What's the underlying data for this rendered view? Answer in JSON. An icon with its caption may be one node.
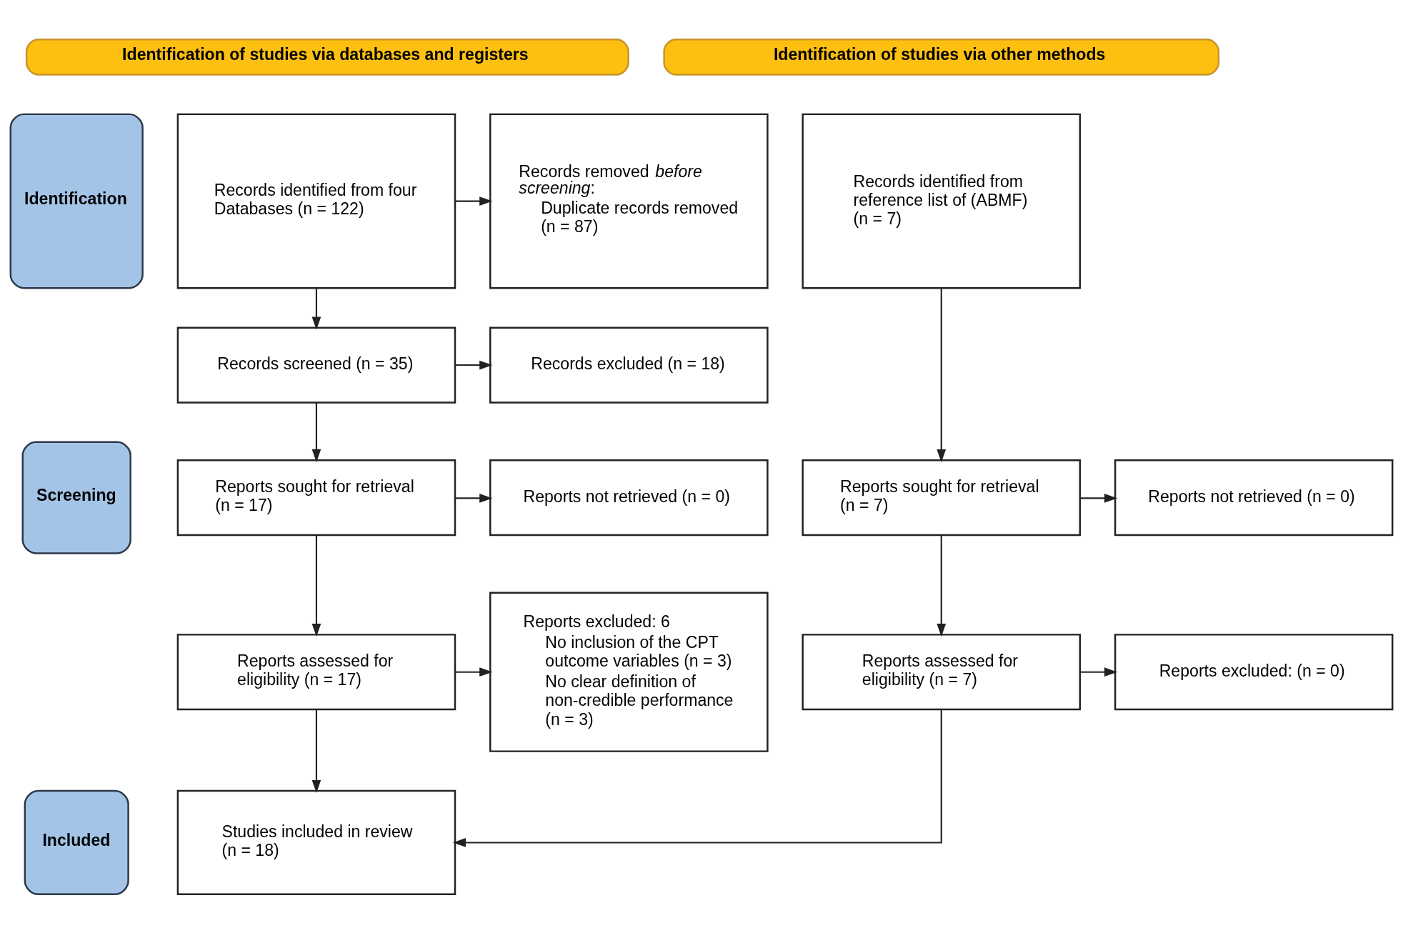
{
  "diagram": {
    "nodes": [
      {
        "text": [
          "Identification of studies via databases and registers"
        ]
      },
      {
        "text": [
          "Identification of studies via other methods"
        ]
      },
      {
        "text": [
          "Identification"
        ]
      },
      {
        "text": [
          "Screening"
        ]
      },
      {
        "text": [
          "Included"
        ]
      },
      {
        "text": [
          "Records identified from four Databases (n = 122)"
        ]
      },
      {
        "text": [
          "Records removed *before screening*:",
          "Duplicate records removed (n = 87)"
        ]
      },
      {
        "text": [
          "Records identified from reference list of (ABMF) (n = 7)"
        ]
      },
      {
        "text": [
          "Records screened (n = 35)"
        ]
      },
      {
        "text": [
          "Records excluded (n = 18)"
        ]
      },
      {
        "text": [
          "Reports sought for retrieval (n = 17)"
        ]
      },
      {
        "text": [
          "Reports not retrieved (n = 0)"
        ]
      },
      {
        "text": [
          "Reports sought for retrieval (n = 7)"
        ]
      },
      {
        "text": [
          "Reports not retrieved (n = 0)"
        ]
      },
      {
        "text": [
          "Reports assessed for eligibility (n = 17)"
        ]
      },
      {
        "text": [
          "Reports excluded: 6",
          "No inclusion of the CPT outcome variables (n = 3)",
          "No clear definition of non-credible performance (n = 3)"
        ]
      },
      {
        "text": [
          "Reports assessed for eligibility (n = 7)"
        ]
      },
      {
        "text": [
          "Reports excluded: (n = 0)"
        ]
      },
      {
        "text": [
          "Studies included in review (n = 18)"
        ]
      }
    ],
    "edges": [
      {
        "from": 5,
        "to": 6,
        "arrow": "to"
      },
      {
        "from": 5,
        "to": 8,
        "arrow": "to"
      },
      {
        "from": 8,
        "to": 9,
        "arrow": "to"
      },
      {
        "from": 8,
        "to": 10,
        "arrow": "to"
      },
      {
        "from": 10,
        "to": 11,
        "arrow": "to"
      },
      {
        "from": 10,
        "to": 14,
        "arrow": "to"
      },
      {
        "from": 14,
        "to": 15,
        "arrow": "to"
      },
      {
        "from": 14,
        "to": 18,
        "arrow": "to"
      },
      {
        "from": 7,
        "to": 12,
        "arrow": "to"
      },
      {
        "from": 12,
        "to": 13,
        "arrow": "to"
      },
      {
        "from": 12,
        "to": 16,
        "arrow": "to"
      },
      {
        "from": 16,
        "to": 17,
        "arrow": "to"
      },
      {
        "from": 16,
        "to": 18,
        "arrow": "to"
      }
    ]
  }
}
